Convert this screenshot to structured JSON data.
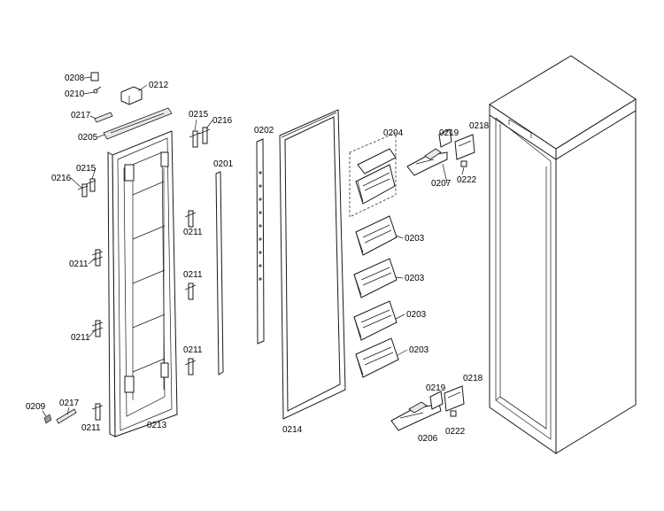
{
  "labels": {
    "p0208": "0208",
    "p0210": "0210",
    "p0212": "0212",
    "p0217_top": "0217",
    "p0205": "0205",
    "p0215_left": "0215",
    "p0216_left": "0216",
    "p0215_mid": "0215",
    "p0216_mid": "0216",
    "p0201": "0201",
    "p0202": "0202",
    "p0204": "0204",
    "p0219_top": "0219",
    "p0218_top": "0218",
    "p0207": "0207",
    "p0222_top": "0222",
    "p0211_a": "0211",
    "p0211_b": "0211",
    "p0211_c": "0211",
    "p0211_d": "0211",
    "p0211_e": "0211",
    "p0211_f": "0211",
    "p0203_a": "0203",
    "p0203_b": "0203",
    "p0203_c": "0203",
    "p0203_d": "0203",
    "p0209": "0209",
    "p0217_bot": "0217",
    "p0213": "0213",
    "p0214": "0214",
    "p0219_bot": "0219",
    "p0218_bot": "0218",
    "p0222_bot": "0222",
    "p0206": "0206"
  }
}
